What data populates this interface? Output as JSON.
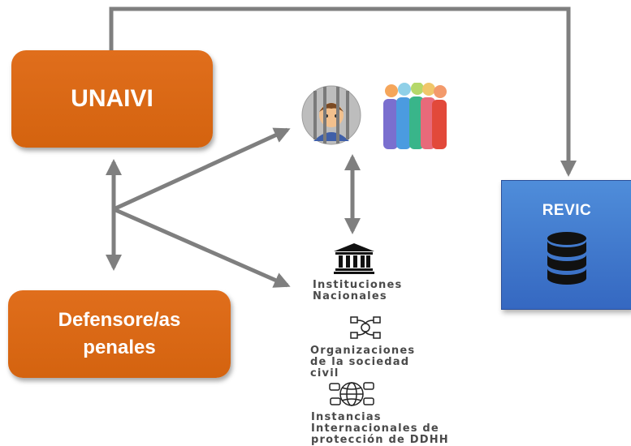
{
  "nodes": {
    "unaivi": "UNAIVI",
    "defensores": "Defensore/as\npenales",
    "revic": "REVIC"
  },
  "stakeholders": {
    "instituciones": "Instituciones\nNacionales",
    "organizaciones": "Organizaciones\nde la sociedad\ncivil",
    "internacionales": "Instancias\nInternacionales de\nprotección de DDHH"
  },
  "icons": {
    "prisoner": "prisoner-icon",
    "crowd": "crowd-icon",
    "institution": "institution-icon",
    "network": "network-icon",
    "globe": "globe-icon",
    "database": "database-icon"
  },
  "colors": {
    "orange": "#dd6a17",
    "blue": "#3f7bd0",
    "arrow": "#7f7f7f"
  }
}
